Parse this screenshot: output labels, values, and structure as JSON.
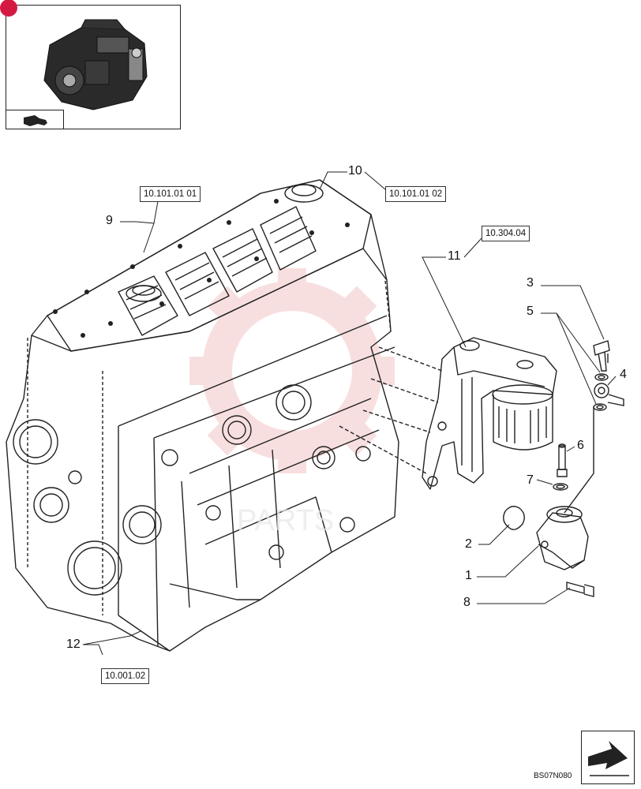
{
  "refs": {
    "r9": "10.101.01 01",
    "r10": "10.101.01 02",
    "r11": "10.304.04",
    "r12": "10.001.02"
  },
  "callouts": {
    "c1": "1",
    "c2": "2",
    "c3": "3",
    "c4": "4",
    "c5": "5",
    "c6": "6",
    "c7": "7",
    "c8": "8",
    "c9": "9",
    "c10": "10",
    "c11": "11",
    "c12": "12"
  },
  "doc_code": "BS07N080",
  "watermark": "PARTS",
  "icons": {
    "thumbnail": "engine-thumbnail-icon",
    "back": "back-arrow-icon",
    "next": "next-page-arrow-icon"
  },
  "colors": {
    "line": "#222222",
    "watermark": "#f4c5c5",
    "badge": "#d41a43"
  }
}
